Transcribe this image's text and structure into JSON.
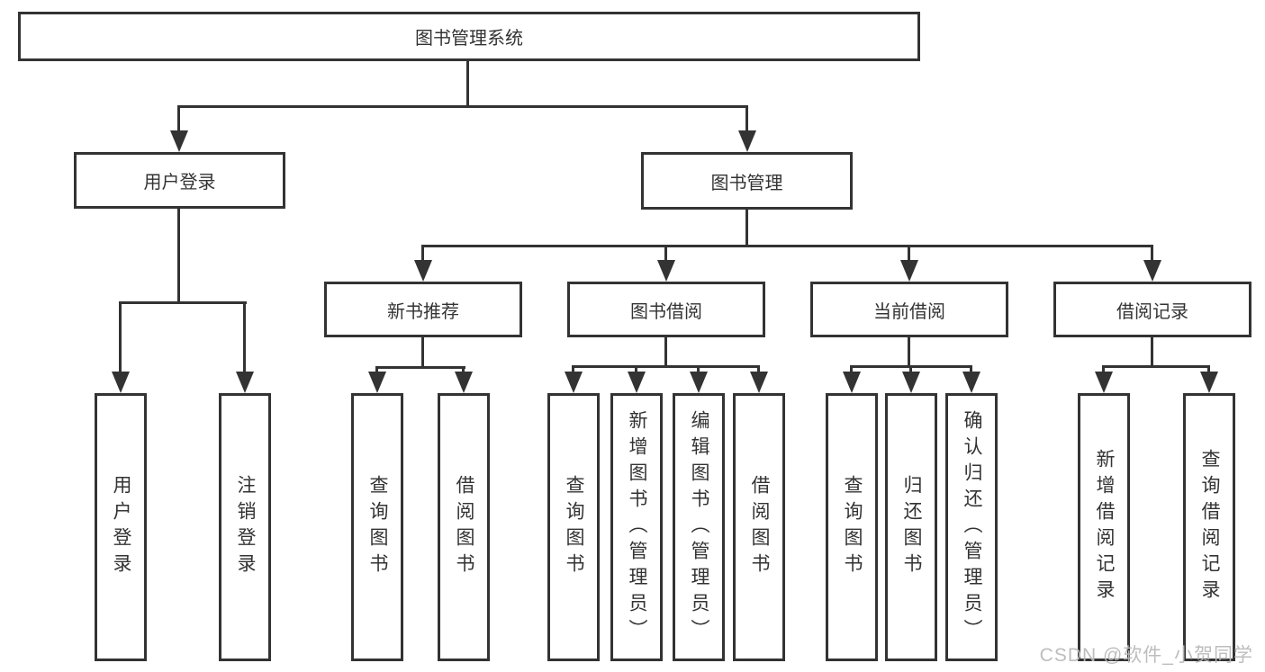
{
  "tree": {
    "label": "图书管理系统",
    "children": [
      {
        "label": "用户登录",
        "children": [
          {
            "label": "用户登录"
          },
          {
            "label": "注销登录"
          }
        ]
      },
      {
        "label": "图书管理",
        "children": [
          {
            "label": "新书推荐",
            "children": [
              {
                "label": "查询图书"
              },
              {
                "label": "借阅图书"
              }
            ]
          },
          {
            "label": "图书借阅",
            "children": [
              {
                "label": "查询图书"
              },
              {
                "label": "新增图书（管理员）"
              },
              {
                "label": "编辑图书（管理员）"
              },
              {
                "label": "借阅图书"
              }
            ]
          },
          {
            "label": "当前借阅",
            "children": [
              {
                "label": "查询图书"
              },
              {
                "label": "归还图书"
              },
              {
                "label": "确认归还（管理员）"
              }
            ]
          },
          {
            "label": "借阅记录",
            "children": [
              {
                "label": "新增借阅记录"
              },
              {
                "label": "查询借阅记录"
              }
            ]
          }
        ]
      }
    ]
  },
  "watermark": {
    "text": "CSDN @软件_小贺同学"
  },
  "colors": {
    "line": "#333333",
    "text": "#333333",
    "node_background": "#ffffff",
    "watermark": "#b9b9b9",
    "background": "#ffffff"
  }
}
